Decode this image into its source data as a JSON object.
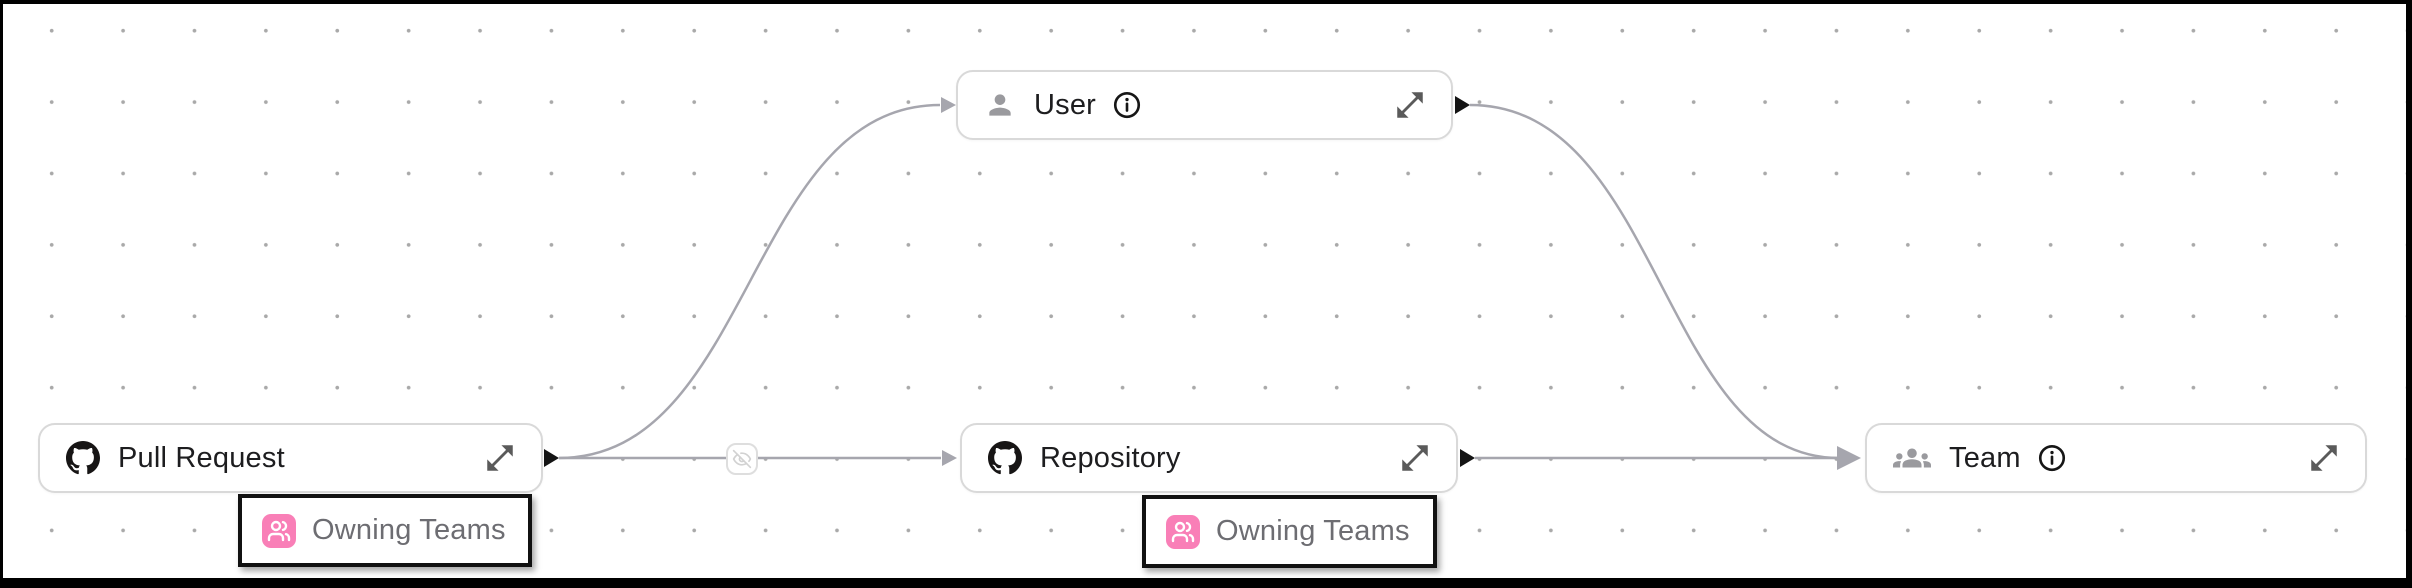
{
  "canvas": {
    "background": "#ffffff",
    "dot_grid_color": "#a9a9a9",
    "frame_border_color": "#000000"
  },
  "diagram": {
    "nodes": [
      {
        "label": "Pull Request",
        "icon": "github-icon",
        "has_info": false,
        "has_expand": true
      },
      {
        "label": "User",
        "icon": "person-icon",
        "has_info": true,
        "has_expand": true
      },
      {
        "label": "Repository",
        "icon": "github-icon",
        "has_info": false,
        "has_expand": true
      },
      {
        "label": "Team",
        "icon": "groups-icon",
        "has_info": true,
        "has_expand": true
      }
    ],
    "edges": [
      {
        "from": "Pull Request",
        "to": "User",
        "style": "bezier"
      },
      {
        "from": "Pull Request",
        "to": "Repository",
        "style": "straight",
        "badge_icon": "eye-off-icon"
      },
      {
        "from": "User",
        "to": "Team",
        "style": "bezier"
      },
      {
        "from": "Repository",
        "to": "Team",
        "style": "straight"
      }
    ],
    "annotations": [
      {
        "label": "Owning Teams",
        "icon": "users-icon",
        "under": "Pull Request"
      },
      {
        "label": "Owning Teams",
        "icon": "users-icon",
        "under": "Repository"
      }
    ]
  },
  "colors": {
    "pink_accent": "#f97fb7",
    "edge_gray": "#a6a6ae",
    "node_border": "#d9d9d9",
    "node_label": "#1d1d1f",
    "muted_label": "#6d6d72",
    "icon_gray": "#9a9a9e",
    "port_black": "#141414",
    "annotation_border": "#111111",
    "eye_badge_border": "#dedede",
    "eye_glyph": "#d2d2d2",
    "expand_icon": "#5a5a5a",
    "info_icon": "#161616"
  }
}
